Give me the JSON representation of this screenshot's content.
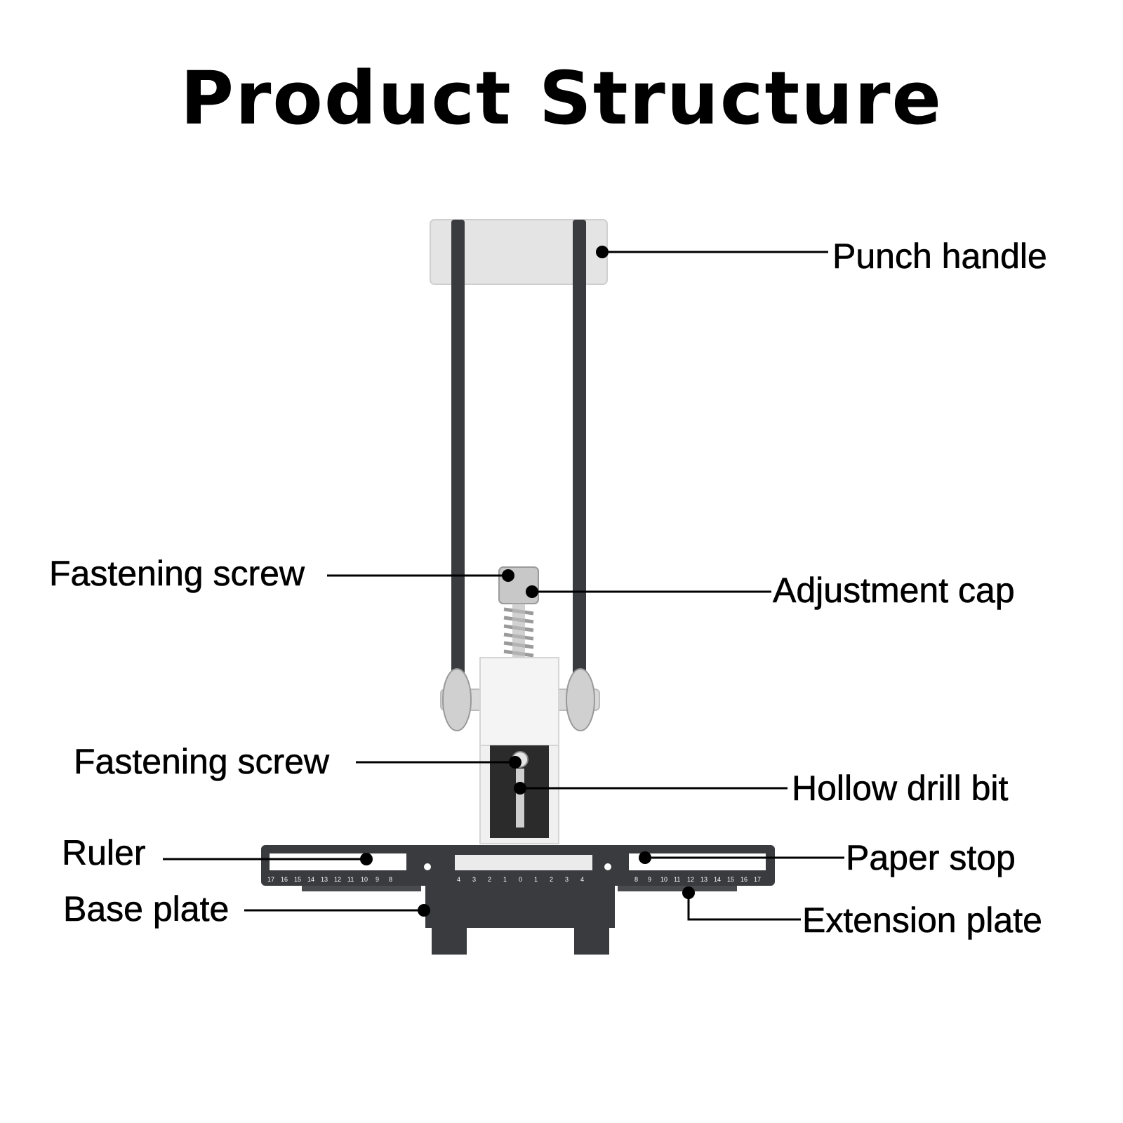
{
  "title": "Product Structure",
  "labels": {
    "punch_handle": "Punch handle",
    "fastening_screw_top": "Fastening screw",
    "adjustment_cap": "Adjustment cap",
    "fastening_screw_bottom": "Fastening screw",
    "hollow_drill_bit": "Hollow drill bit",
    "ruler": "Ruler",
    "paper_stop": "Paper stop",
    "base_plate": "Base plate",
    "extension_plate": "Extension plate"
  },
  "ruler_ticks": {
    "left": [
      "17",
      "16",
      "15",
      "14",
      "13",
      "12",
      "11",
      "10",
      "9",
      "8"
    ],
    "center": [
      "4",
      "3",
      "2",
      "1",
      "0",
      "1",
      "2",
      "3",
      "4"
    ],
    "right": [
      "8",
      "9",
      "10",
      "11",
      "12",
      "13",
      "14",
      "15",
      "16",
      "17"
    ]
  },
  "colors": {
    "ink": "#000000",
    "metal_dark": "#3a3b3f",
    "handle": "#e6e6e6",
    "body": "#f2f2f2"
  }
}
